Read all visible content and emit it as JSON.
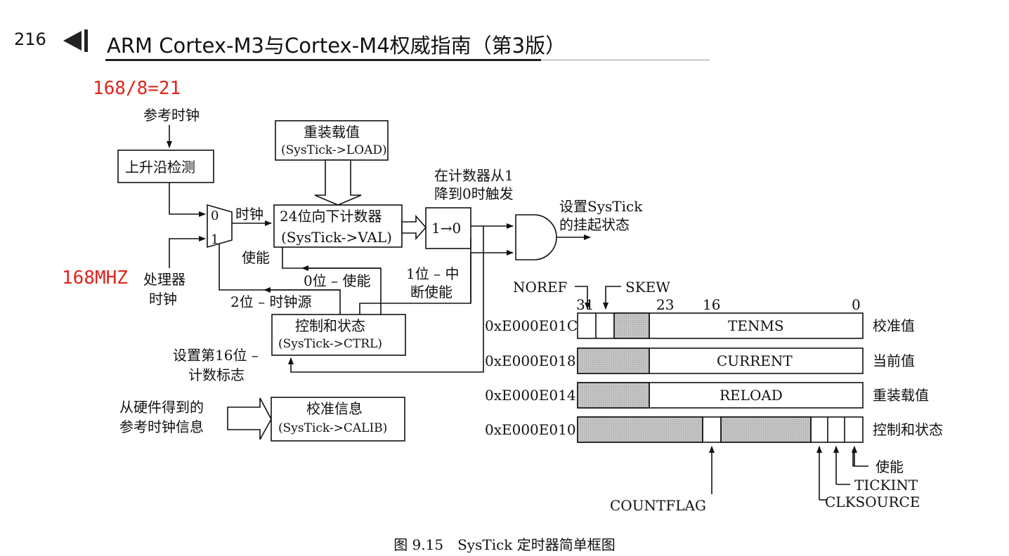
{
  "header": {
    "page_number": "216",
    "book_title": "ARM Cortex-M3与Cortex-M4权威指南（第3版）"
  },
  "annotations": {
    "ref_calc": "168/8=21",
    "proc_freq": "168MHZ"
  },
  "block_diagram": {
    "ref_clock": "参考时钟",
    "edge_detect": "上升沿检测",
    "mux_in0": "0",
    "mux_in1": "1",
    "processor_clock": [
      "处理器",
      "时钟"
    ],
    "clock_label": "时钟",
    "enable_label": "使能",
    "reload_box": [
      "重装载值",
      "(SysTick->LOAD)"
    ],
    "counter_box": [
      "24位向下计数器",
      "(SysTick->VAL)"
    ],
    "trigger_note": [
      "在计数器从1",
      "降到0时触发"
    ],
    "transition": "1→0",
    "pending_note": [
      "设置SysTick",
      "的挂起状态"
    ],
    "bit0": "0位 – 使能",
    "bit1": [
      "1位 – 中",
      "断使能"
    ],
    "bit2": "2位 – 时钟源",
    "ctrl_box": [
      "控制和状态",
      "(SysTick->CTRL)"
    ],
    "set_bit16": [
      "设置第16位 –",
      "计数标志"
    ],
    "hw_ref": [
      "从硬件得到的",
      "参考时钟信息"
    ],
    "calib_box": [
      "校准信息",
      "(SysTick->CALIB)"
    ]
  },
  "register_map": {
    "labels_top": {
      "noref": "NOREF",
      "skew": "SKEW"
    },
    "bit_numbers": {
      "b31": "31",
      "b23": "23",
      "b16": "16",
      "b0": "0"
    },
    "rows": [
      {
        "address": "0xE000E01C",
        "field": "TENMS",
        "name": "校准值"
      },
      {
        "address": "0xE000E018",
        "field": "CURRENT",
        "name": "当前值"
      },
      {
        "address": "0xE000E014",
        "field": "RELOAD",
        "name": "重装载值"
      },
      {
        "address": "0xE000E010",
        "field": "",
        "name": "控制和状态"
      }
    ],
    "ctrl_bits": {
      "countflag": "COUNTFLAG",
      "enable": "使能",
      "tickint": "TICKINT",
      "clksource": "CLKSOURCE"
    }
  },
  "caption": "图 9.15　SysTick 定时器简单框图",
  "colors": {
    "annotation_red": "#e0241b",
    "hatch_gray": "#c8c8c8"
  }
}
